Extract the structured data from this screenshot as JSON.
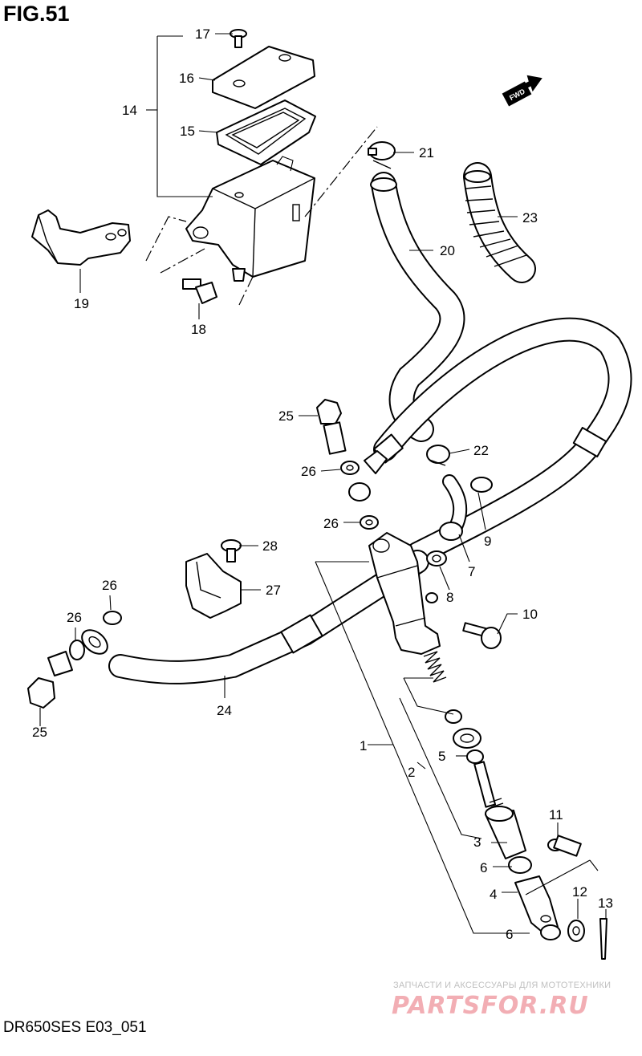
{
  "figure_title": "FIG.51",
  "footer_code": "DR650SES E03_051",
  "fwd_badge": "FWD",
  "watermark": {
    "tagline": "ЗАПЧАСТИ И АКСЕССУАРЫ ДЛЯ МОТОТЕХНИКИ",
    "logo": "PARTSFOR.RU"
  },
  "callouts": {
    "p1": "1",
    "p2": "2",
    "p3": "3",
    "p4": "4",
    "p5": "5",
    "p6a": "6",
    "p6b": "6",
    "p7": "7",
    "p8": "8",
    "p9": "9",
    "p10": "10",
    "p11": "11",
    "p12": "12",
    "p13": "13",
    "p14": "14",
    "p15": "15",
    "p16": "16",
    "p17": "17",
    "p18": "18",
    "p19": "19",
    "p20": "20",
    "p21": "21",
    "p22": "22",
    "p23": "23",
    "p24": "24",
    "p25a": "25",
    "p25b": "25",
    "p26a": "26",
    "p26b": "26",
    "p26c": "26",
    "p26d": "26",
    "p27": "27",
    "p28": "28"
  }
}
